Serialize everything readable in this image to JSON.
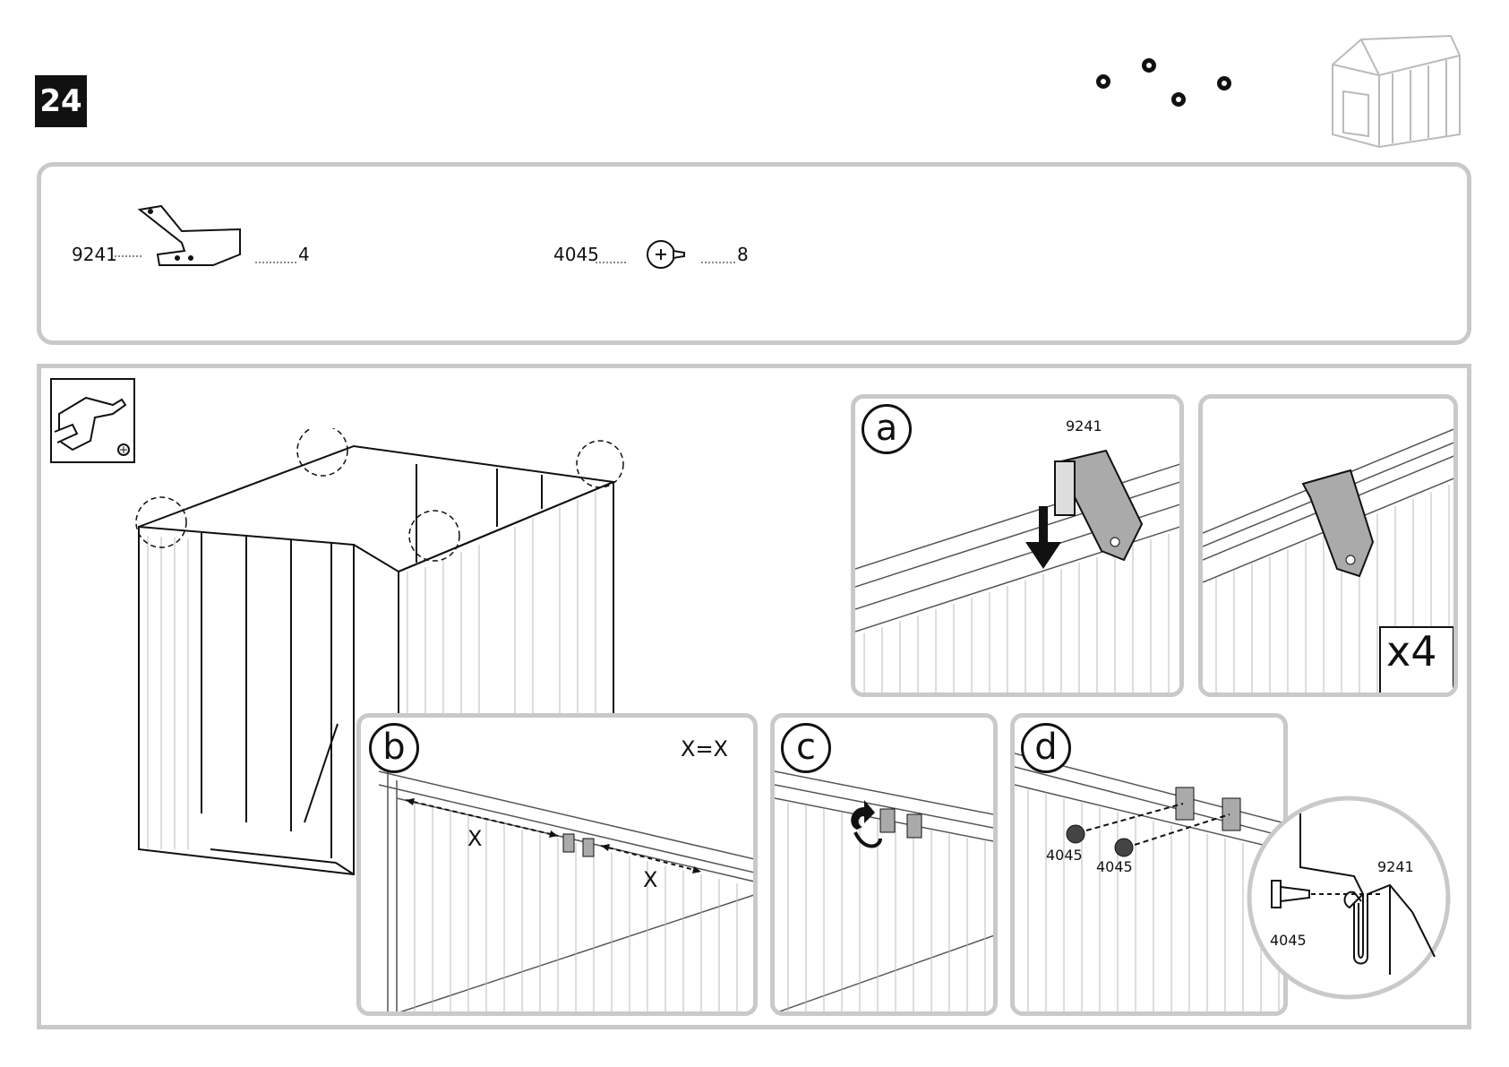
{
  "step": {
    "number": "24"
  },
  "parts": [
    {
      "code": "9241",
      "quantity": "4",
      "icon": "bracket-icon"
    },
    {
      "code": "4045",
      "quantity": "8",
      "icon": "screw-icon"
    }
  ],
  "panels": {
    "a": {
      "letter": "a",
      "part_label": "9241"
    },
    "a2": {
      "multiplier": "x4"
    },
    "b": {
      "letter": "b",
      "equation": "X=X",
      "dim1": "X",
      "dim2": "X"
    },
    "c": {
      "letter": "c"
    },
    "d": {
      "letter": "d",
      "screw1": "4045",
      "screw2": "4045",
      "detail_bracket": "9241",
      "detail_screw": "4045"
    }
  }
}
